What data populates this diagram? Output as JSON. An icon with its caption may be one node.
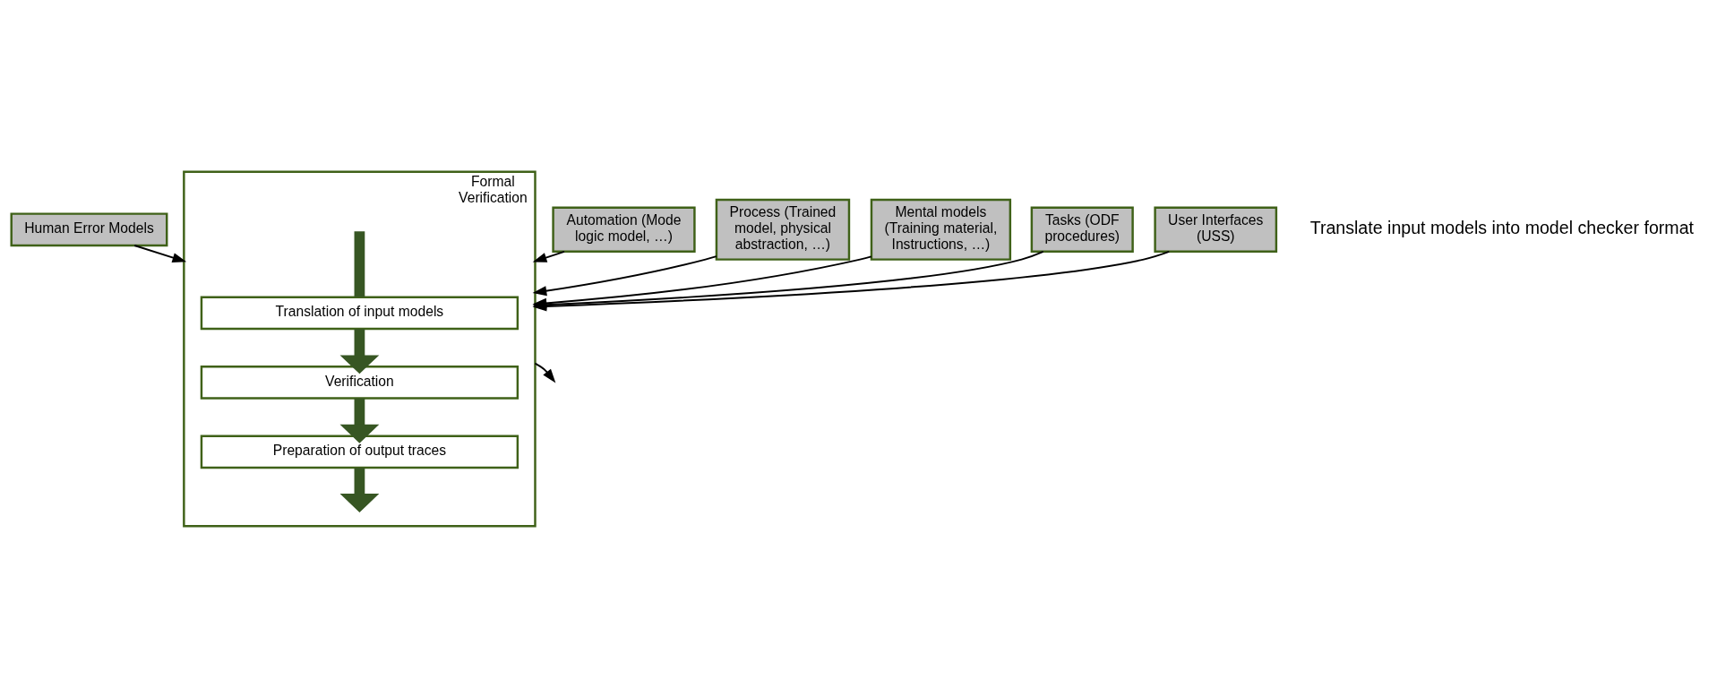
{
  "diagram": {
    "nodes": [
      {
        "text": [
          "Human Error Models"
        ]
      },
      {
        "text": [
          "Automation (Mode logic model, …)"
        ]
      },
      {
        "text": [
          "Process (Trained model, physical abstraction, …)"
        ]
      },
      {
        "text": [
          "Mental models (Training material, Instructions, …)"
        ]
      },
      {
        "text": [
          "Tasks (ODF procedures)"
        ]
      },
      {
        "text": [
          "User Interfaces (USS)"
        ]
      },
      {
        "text": [
          "Formal Verification"
        ]
      },
      {
        "text": [
          "Translation of input models"
        ],
        "in": 6
      },
      {
        "text": [
          "Verification"
        ],
        "in": 6
      },
      {
        "text": [
          "Preparation of output traces"
        ],
        "in": 6
      }
    ],
    "edges": [
      {
        "from": 0,
        "to": 6,
        "arrow": "to"
      },
      {
        "from": 1,
        "to": 6,
        "arrow": "to"
      },
      {
        "from": 2,
        "to": 6,
        "arrow": "to"
      },
      {
        "from": 3,
        "to": 6,
        "arrow": "to"
      },
      {
        "from": 4,
        "to": 6,
        "arrow": "to"
      },
      {
        "from": 5,
        "to": 6,
        "arrow": "to"
      },
      {
        "from": null,
        "to": 7,
        "arrow": "none",
        "style": "thick",
        "color": "#375623"
      },
      {
        "from": 7,
        "to": 8,
        "arrow": "to",
        "style": "thick",
        "color": "#375623"
      },
      {
        "from": 8,
        "to": 9,
        "arrow": "to",
        "style": "thick",
        "color": "#375623"
      },
      {
        "from": 9,
        "to": null,
        "arrow": "to",
        "style": "thick",
        "color": "#375623"
      },
      {
        "from": 6,
        "to": null,
        "arrow": "to"
      }
    ],
    "labels": [
      "Translate input models into model checker format"
    ]
  }
}
